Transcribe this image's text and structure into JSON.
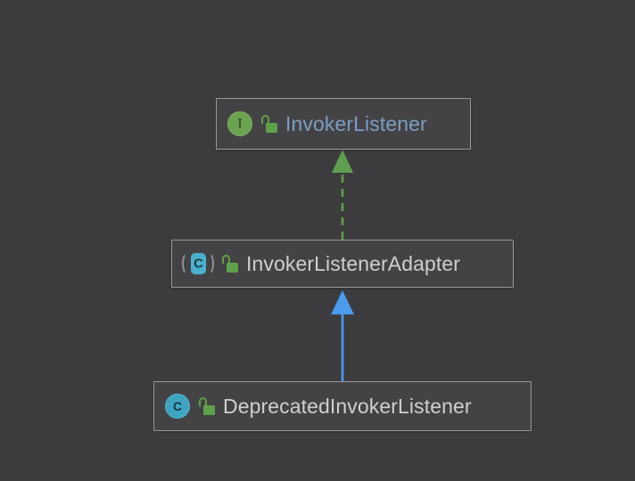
{
  "diagram": {
    "kind": "uml-class-hierarchy",
    "background_color": "#3c3c3e",
    "nodes": [
      {
        "id": "invokerlistener",
        "name": "InvokerListener",
        "stereotype": "interface",
        "type_icon": "interface-icon",
        "type_icon_glyph": "I",
        "visibility": "public",
        "visibility_icon": "unlock-icon",
        "text_color": "#7b9dc4",
        "icon_color": "#6ca350",
        "border_color": "#9a9a9c",
        "fill_color": "#434345"
      },
      {
        "id": "invokerlisteneradapter",
        "name": "InvokerListenerAdapter",
        "stereotype": "abstract class",
        "type_icon": "abstract-class-icon",
        "type_icon_glyph": "C",
        "visibility": "public",
        "visibility_icon": "unlock-icon",
        "text_color": "#cfcfcf",
        "icon_color": "#49b0cd",
        "border_color": "#9a9a9c",
        "fill_color": "#434345"
      },
      {
        "id": "deprecatedinvokerlistener",
        "name": "DeprecatedInvokerListener",
        "stereotype": "class",
        "type_icon": "class-icon",
        "type_icon_glyph": "C",
        "visibility": "public",
        "visibility_icon": "unlock-icon",
        "text_color": "#cfcfcf",
        "icon_color": "#3fa4c2",
        "border_color": "#9a9a9c",
        "fill_color": "#434345"
      }
    ],
    "edges": [
      {
        "id": "edge-realization",
        "from": "invokerlisteneradapter",
        "to": "invokerlistener",
        "relation": "realization",
        "line_style": "dashed",
        "arrow_head": "filled-triangle",
        "color": "#5e9e4f"
      },
      {
        "id": "edge-generalization",
        "from": "deprecatedinvokerlistener",
        "to": "invokerlisteneradapter",
        "relation": "generalization",
        "line_style": "solid",
        "arrow_head": "filled-triangle",
        "color": "#4a9af0"
      }
    ]
  }
}
